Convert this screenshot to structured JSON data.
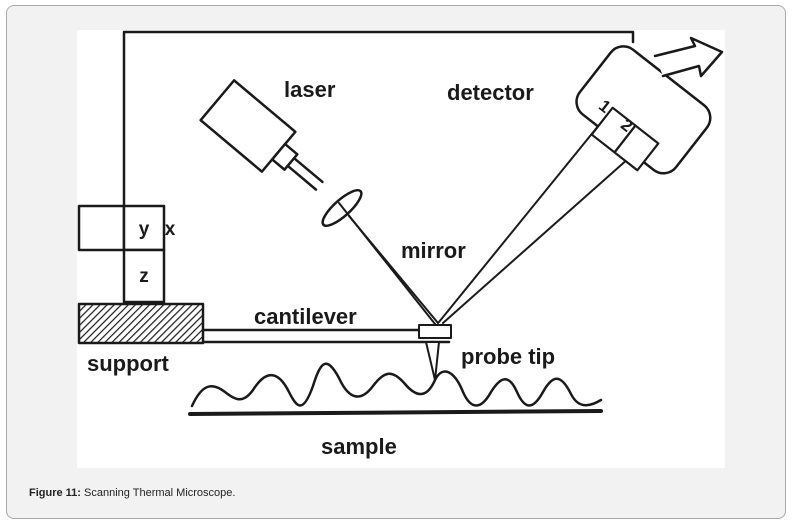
{
  "colors": {
    "frame_background": "#f2f2f2",
    "frame_border": "#a9a9a9",
    "figure_background": "#ffffff",
    "ink": "#1a1a1a"
  },
  "diagram": {
    "labels": {
      "laser": "laser",
      "detector": "detector",
      "mirror": "mirror",
      "cantilever": "cantilever",
      "support": "support",
      "probe_tip": "probe tip",
      "sample": "sample"
    },
    "stage_axes": {
      "x": "x",
      "y": "y",
      "z": "z"
    },
    "detector_segments": {
      "segment_1": "1",
      "segment_2": "2"
    }
  },
  "caption": {
    "label": "Figure 11:",
    "text": " Scanning Thermal Microscope."
  }
}
